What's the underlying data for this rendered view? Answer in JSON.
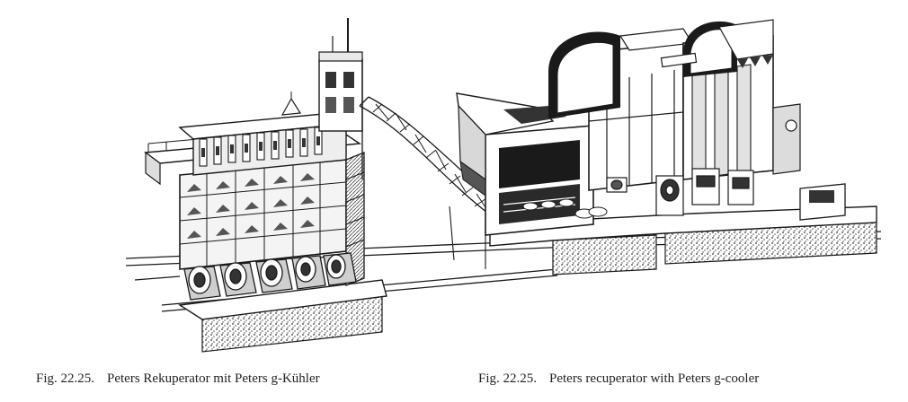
{
  "captions": {
    "german": {
      "figure_number": "Fig. 22.25.",
      "text": "Peters Rekuperator mit Peters g-Kühler"
    },
    "english": {
      "figure_number": "Fig. 22.25.",
      "text": "Peters recuperator with Peters g-cooler"
    }
  },
  "colors": {
    "ink": "#1a1a1a",
    "shade": "#6a6a6a",
    "paper": "#ffffff"
  }
}
